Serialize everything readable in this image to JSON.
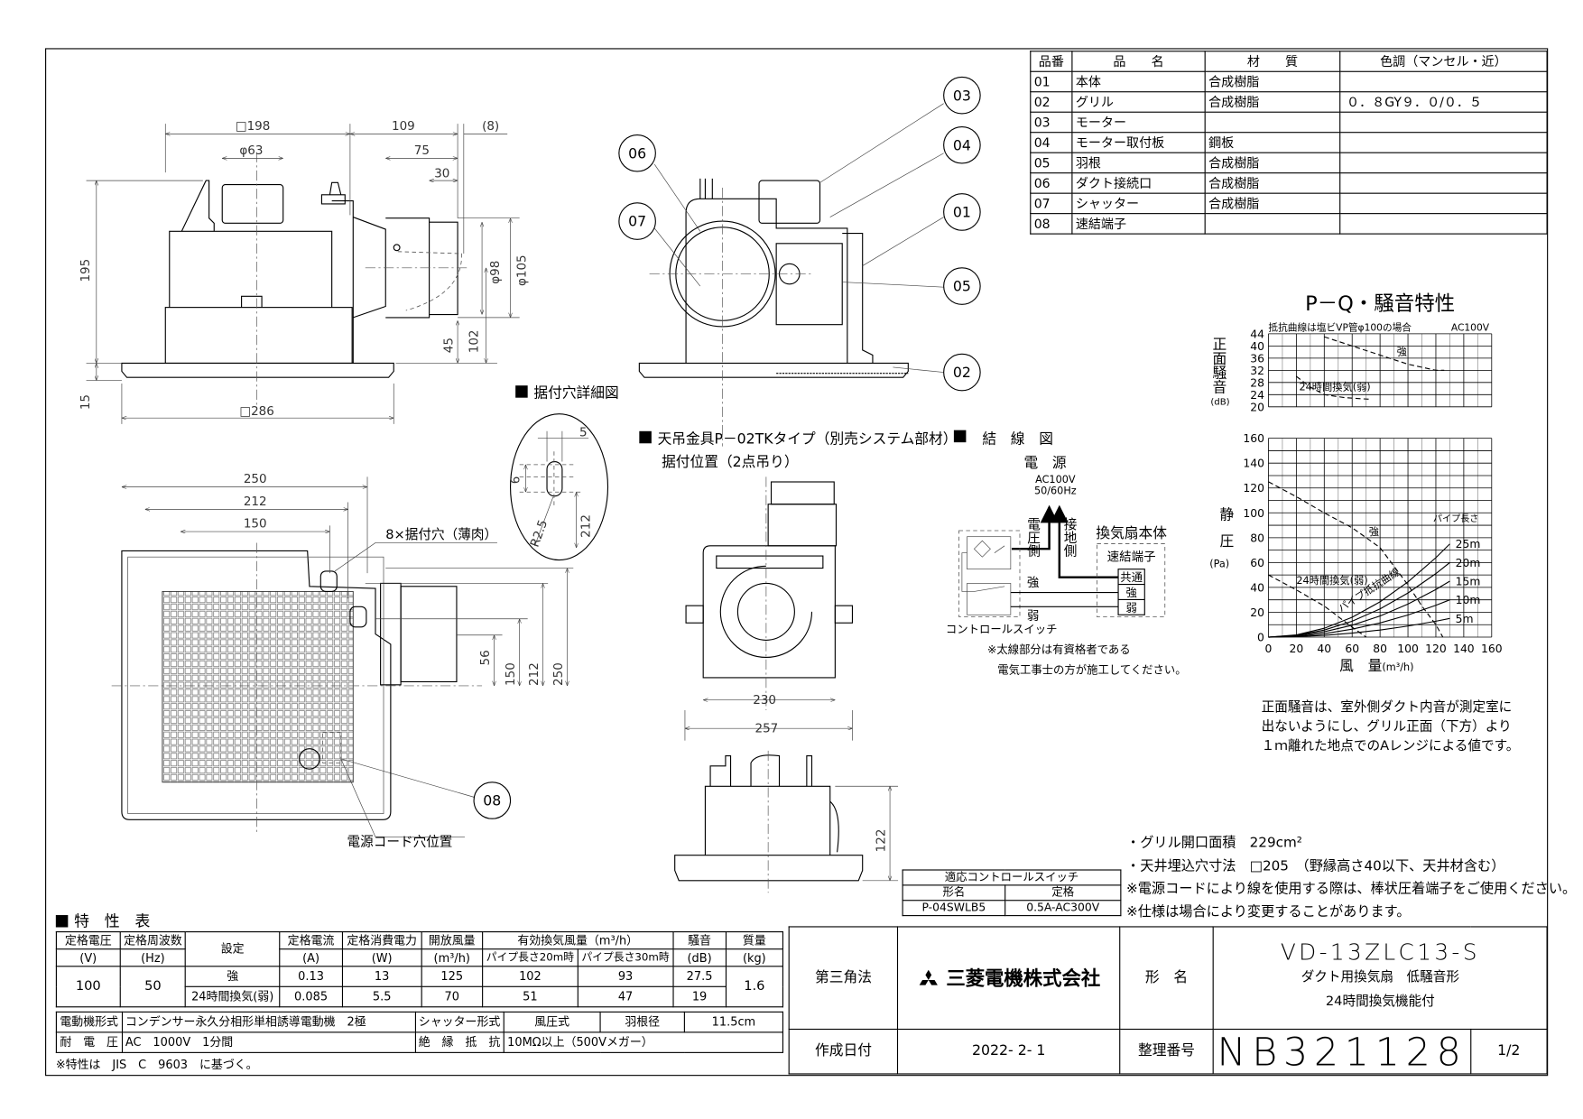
{
  "parts_table": {
    "headers": [
      "品番",
      "品　　名",
      "材　　質",
      "色調（マンセル・近）"
    ],
    "rows": [
      [
        "01",
        "本体",
        "合成樹脂",
        ""
      ],
      [
        "02",
        "グリル",
        "合成樹脂",
        "０．８GY９．０/０．５"
      ],
      [
        "03",
        "モーター",
        "",
        ""
      ],
      [
        "04",
        "モーター取付板",
        "鋼板",
        ""
      ],
      [
        "05",
        "羽根",
        "合成樹脂",
        ""
      ],
      [
        "06",
        "ダクト接続口",
        "合成樹脂",
        ""
      ],
      [
        "07",
        "シャッター",
        "合成樹脂",
        ""
      ],
      [
        "08",
        "速結端子",
        "",
        ""
      ]
    ]
  },
  "callouts": [
    "03",
    "04",
    "01",
    "05",
    "02",
    "06",
    "07",
    "08"
  ],
  "side_view": {
    "dims": [
      "□198",
      "109",
      "(8)",
      "φ63",
      "75",
      "30",
      "195",
      "15",
      "□286",
      "φ98",
      "φ105",
      "45",
      "102"
    ]
  },
  "hole_detail": {
    "title": "据付穴詳細図",
    "dims": [
      "5",
      "6",
      "R2.5",
      "212"
    ]
  },
  "plan_view": {
    "dims": [
      "250",
      "212",
      "150",
      "56",
      "150",
      "212",
      "250"
    ],
    "hole_label": "8×据付穴（薄肉）",
    "cord_label": "電源コード穴位置"
  },
  "hanger": {
    "title": "天吊金具P－02TKタイプ（別売システム部材）",
    "subtitle": "据付位置（2点吊り）",
    "dims": [
      "230",
      "257",
      "122"
    ]
  },
  "wiring": {
    "title": "結　線　図",
    "power": "電　源",
    "ac": "AC100V",
    "hz": "50/60Hz",
    "voltage_side": "電圧側",
    "ground_side": "接地側",
    "fan_body": "換気扇本体",
    "terminal": "速結端子",
    "terminals": [
      "共通",
      "強",
      "弱"
    ],
    "strong": "強",
    "weak": "弱",
    "switch_label": "コントロールスイッチ",
    "note1": "※太線部分は有資格者である",
    "note2": "電気工事士の方が施工してください。"
  },
  "chart_data": [
    {
      "type": "line",
      "title": "P－Q・騒音特性",
      "subtitle": "抵抗曲線は塩ビVP管φ100の場合",
      "condition": "AC100V",
      "ylabel": "正面騒音",
      "yunit": "(dB)",
      "xlim": [
        0,
        160
      ],
      "ylim": [
        20,
        44
      ],
      "yticks": [
        20,
        24,
        28,
        32,
        36,
        40,
        44
      ],
      "grid": true,
      "series": [
        {
          "name": "強",
          "x": [
            40,
            60,
            80,
            100,
            120,
            126
          ],
          "y": [
            43,
            40,
            37,
            34,
            32,
            32
          ],
          "style": "dashed"
        },
        {
          "name": "24時間換気(弱)",
          "x": [
            20,
            30,
            40,
            55,
            72
          ],
          "y": [
            30,
            26.5,
            24,
            23,
            22.5
          ],
          "style": "dashed"
        }
      ]
    },
    {
      "type": "line",
      "xlabel": "風　量",
      "xunit": "(m³/h)",
      "ylabel": "静圧",
      "yunit": "(Pa)",
      "xlim": [
        0,
        160
      ],
      "ylim": [
        0,
        160
      ],
      "xticks": [
        0,
        20,
        40,
        60,
        80,
        100,
        120,
        140,
        160
      ],
      "yticks": [
        0,
        20,
        40,
        60,
        80,
        100,
        120,
        140,
        160
      ],
      "grid": true,
      "series": [
        {
          "name": "強",
          "x": [
            0,
            20,
            40,
            60,
            80,
            100,
            110,
            120,
            125
          ],
          "y": [
            125,
            113,
            100,
            88,
            72,
            42,
            25,
            10,
            0
          ],
          "style": "dashed"
        },
        {
          "name": "24時間換気(弱)",
          "x": [
            0,
            20,
            40,
            60,
            70
          ],
          "y": [
            50,
            38,
            25,
            8,
            0
          ],
          "style": "dashed"
        }
      ],
      "pipe_resistance": {
        "label": "パイプ抵抗曲線",
        "legend_title": "パイプ長さ",
        "x": [
          0,
          20,
          40,
          60,
          80,
          100,
          120,
          130
        ],
        "curves": [
          {
            "name": "25m",
            "y": [
              0,
              1.8,
              7.1,
              16.0,
              28.4,
              44.4,
              63.9,
              75
            ]
          },
          {
            "name": "20m",
            "y": [
              0,
              1.4,
              5.7,
              12.8,
              22.7,
              35.5,
              51.1,
              60
            ]
          },
          {
            "name": "15m",
            "y": [
              0,
              1.1,
              4.3,
              9.6,
              17.0,
              26.6,
              38.3,
              45
            ]
          },
          {
            "name": "10m",
            "y": [
              0,
              0.7,
              2.8,
              6.4,
              11.4,
              17.8,
              25.6,
              30
            ]
          },
          {
            "name": "5m",
            "y": [
              0,
              0.4,
              1.4,
              3.2,
              5.7,
              8.9,
              12.8,
              15
            ]
          }
        ]
      }
    }
  ],
  "noise_note": [
    "正面騒音は、室外側ダクト内音が測定室に",
    "出ないようにし、グリル正面（下方）より",
    "１ｍ離れた地点でのAレンジによる値です。"
  ],
  "notes": [
    "・グリル開口面積　229cm²",
    "・天井埋込穴寸法　□205　（野縁高さ40以下、天井材含む）",
    "※電源コードにより線を使用する際は、棒状圧着端子をご使用ください。",
    "※仕様は場合により変更することがあります。"
  ],
  "switch_table": {
    "title": "適応コントロールスイッチ",
    "headers": [
      "形名",
      "定格"
    ],
    "model": "P-04SWLB5",
    "rating": "0.5A-AC300V"
  },
  "spec_table": {
    "title": "特　性　表",
    "headers": {
      "voltage": "定格電圧",
      "voltage_unit": "(V)",
      "freq": "定格周波数",
      "freq_unit": "(Hz)",
      "setting": "設定",
      "current": "定格電流",
      "current_unit": "(A)",
      "power": "定格消費電力",
      "power_unit": "(W)",
      "open_air": "開放風量",
      "open_air_unit": "(m³/h)",
      "effective": "有効換気風量（m³/h）",
      "pipe20": "パイプ長さ20m時",
      "pipe30": "パイプ長さ30m時",
      "noise": "騒音",
      "noise_unit": "(dB)",
      "mass": "質量",
      "mass_unit": "(kg)"
    },
    "voltage": "100",
    "freq": "50",
    "mass": "1.6",
    "rows": [
      {
        "setting": "強",
        "current": "0.13",
        "power": "13",
        "open_air": "125",
        "pipe20": "102",
        "pipe30": "93",
        "noise": "27.5"
      },
      {
        "setting": "24時間換気(弱)",
        "current": "0.085",
        "power": "5.5",
        "open_air": "70",
        "pipe20": "51",
        "pipe30": "47",
        "noise": "19"
      }
    ],
    "motor_label": "電動機形式",
    "motor": "コンデンサー永久分相形単相誘導電動機　2極",
    "shutter_label": "シャッター形式",
    "shutter": "風圧式",
    "blade_label": "羽根径",
    "blade": "11.5cm",
    "withstand_label": "耐　電　圧",
    "withstand": "AC　1000V　1分間",
    "insulation_label": "絶　縁　抵　抗",
    "insulation": "10MΩ以上（500Vメガー）",
    "footnote": "※特性は　JIS　C　9603　に基づく。"
  },
  "title_block": {
    "projection": "第三角法",
    "company": "三菱電機株式会社",
    "model_label": "形　名",
    "model": "VD-13ZLC13-S",
    "desc1": "ダクト用換気扇　低騒音形",
    "desc2": "24時間換気機能付",
    "date_label": "作成日付",
    "date": "2022- 2- 1",
    "number_label": "整理番号",
    "number": "NB321128",
    "sheet": "1/2"
  }
}
